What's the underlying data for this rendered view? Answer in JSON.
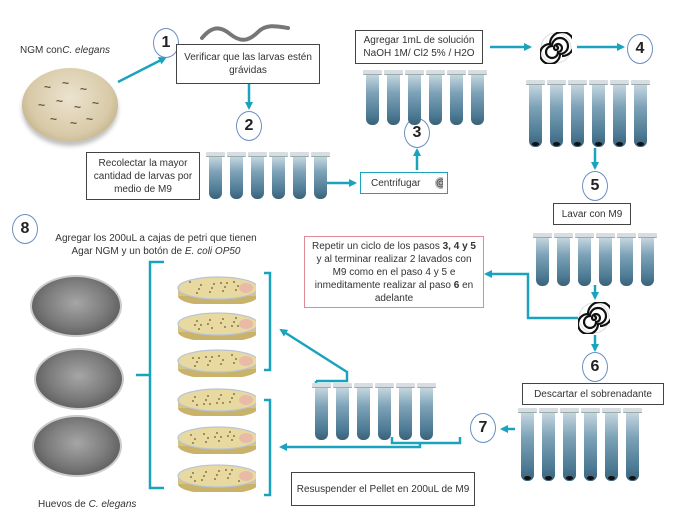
{
  "colors": {
    "arrow": "#1aa3bd",
    "step_circle_border": "#6a8fc4",
    "box_border": "#444444",
    "highlight_box_border": "#e08a95",
    "tube_liquid": "#4d7a94",
    "agar": "#e8d9a0"
  },
  "labels": {
    "ngm_plate": "NGM con",
    "ngm_plate_species": "C. elegans",
    "eggs_caption": "Huevos de ",
    "eggs_caption_species": "C. elegans",
    "step8_title_line1": "Agregar los 200uL a cajas de petri que tienen",
    "step8_title_line2": "Agar NGM y un botón de ",
    "step8_title_species": "E. coli OP50"
  },
  "steps": [
    {
      "number": "1"
    },
    {
      "number": "2"
    },
    {
      "number": "3"
    },
    {
      "number": "4"
    },
    {
      "number": "5"
    },
    {
      "number": "6"
    },
    {
      "number": "7"
    },
    {
      "number": "8"
    }
  ],
  "boxes": {
    "verify": "Verificar que las larvas estén grávidas",
    "collect": "Recolectar la mayor cantidad de larvas por medio de M9",
    "centrifuge": "Centrifugar",
    "add_solution": "Agregar 1mL de solución NaOH 1M/ Cl2 5% / H2O",
    "wash": "Lavar con M9",
    "repeat_part1": "Repetir un ciclo de los pasos ",
    "repeat_bold1": "3, 4 y 5",
    "repeat_part2": " y al terminar realizar 2 lavados con M9 como en el paso 4 y 5 e inmeditamente realizar al paso ",
    "repeat_bold2": "6",
    "repeat_part3": " en adelante",
    "discard": "Descartar el sobrenadante",
    "resuspend": "Resuspender el Pellet en 200uL de M9"
  },
  "icons": {
    "centrifuge": "spiral-icon",
    "worm": "worm-icon",
    "petri_dish": "petri-dish-icon",
    "tube": "microcentrifuge-tube-icon",
    "egg": "egg-micrograph-icon"
  }
}
